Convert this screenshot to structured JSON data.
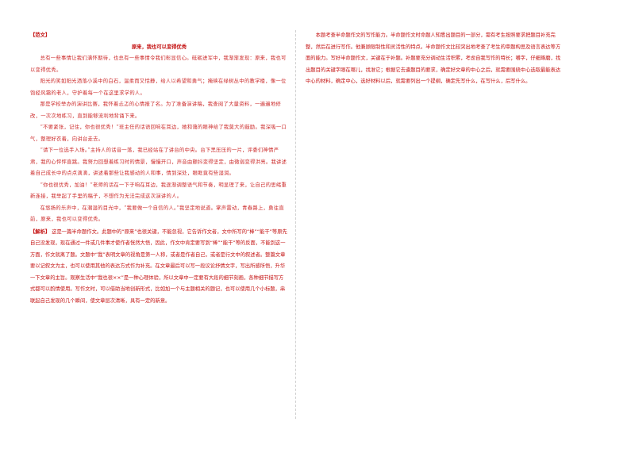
{
  "left": {
    "tag": "【范文】",
    "title": "原来，我也可以变得优秀",
    "paragraphs": [
      "总有一些事情让我们满怀期待，也总有一些事情令我们彰显信心。砥砺进军中，我渐渐发现：原来，我也可以变得优秀。",
      "阳光的笑如阳光洒落小溪中的白石，温柔而又恬静，给人以希望和勇气；掩映在绿树丛中的教学楼，像一位饱经风霜的老人，守护着每一个在这里求学的人。",
      "那是学校举办的演讲比赛，我怀着忐忑的心情报了名。为了准备演讲稿，我查阅了大量资料，一遍遍地修改，一次次地练习，直到能够流利地背诵下来。",
      "“不要紧张，记住，你也很优秀！”班主任的话语回响在耳边，她和蔼的眼神给了我莫大的鼓励。我深吸一口气，整理好衣着，向讲台走去。",
      "“请下一位选手入场。”主持人的话音一落，我已经站在了讲台的中央。台下黑压压的一片，评委们神情严肃，我的心怦怦直跳。我努力回想着练习时的情景，慢慢开口，声音由颤抖变得坚定，由微弱变得洪亮。我讲述着自己成长中的点点滴滴，讲述着那些让我感动的人和事，情到深处，眼眶竟有些湿润。",
      "“你也很优秀，加油！”老师的话在一下子响在耳边，我逐渐调整语气和节奏，明显理了来，让自己的思绪重新连接，我举起了手里的稿子，不想作为无法完成这次演讲的人。",
      "在悠扬的乐声中，在潮湿的目光中，“我要做一个自信的人。”我坚定地说道。掌声雷动，青春路上，勇往直前，原来，我也可以变得优秀。"
    ]
  },
  "analysis": {
    "tag": "【解析】",
    "text": "这是一篇半命题作文。此题中的“原来”也很关键，不能忽视，它告诉作文者，文中所写的“棒”“能干”等原先自己没发现，现在通过一件或几件事才使作者恍然大悟，因此，作文中肯定要写到“棒”“能干”等的反面，不能到这一方面，作文就离了题。文题中“我”表明文章的视角是第一人称，或者是作者自己，或者是行文中的叙述者。整篇文章要以记叙文为主，也可以使用其他的表达方式作为补充。在文章最后可以写一段议论抒情文字，写出所感所悟，升华一下文章的主旨。观察生活中“我也很××”是一种心理体验，所以文章中一定要有大段的细节刻画，各种细节描写方式都可以酌情使用。写作文时，可以借助当地创新形式，比如加一个与主题相关的题记，也可以使用几个小标题，串联起自己发现的几个瞬间，使文章层次清晰，具有一定的新意。"
  },
  "right": {
    "paragraphs": [
      "本题考查半命题作文的写作能力。半命题作文时命题人知悉出题目的一部分，需有考生按照要求把题目补充完整，然后在进行写作。他兼顾限制性和灵活性的特点。半命题作文比较突出地考查了考生的审题构思及语言表达等方面的能力。写好半命题作文，关键在于补题。补题要充分调动生活积累，考虑自我写作的特长；嚼字，仔细琢磨，找出题目的关键字眼在哪儿，找准它；根据它去遣题目的要求，确定好文章的中心之后，就需要围绕中心选取最能表达中心的材料，确定中心，选好材料以后，就需要列出一个提纲，确定先写什么，在写什么，后写什么。"
    ]
  }
}
